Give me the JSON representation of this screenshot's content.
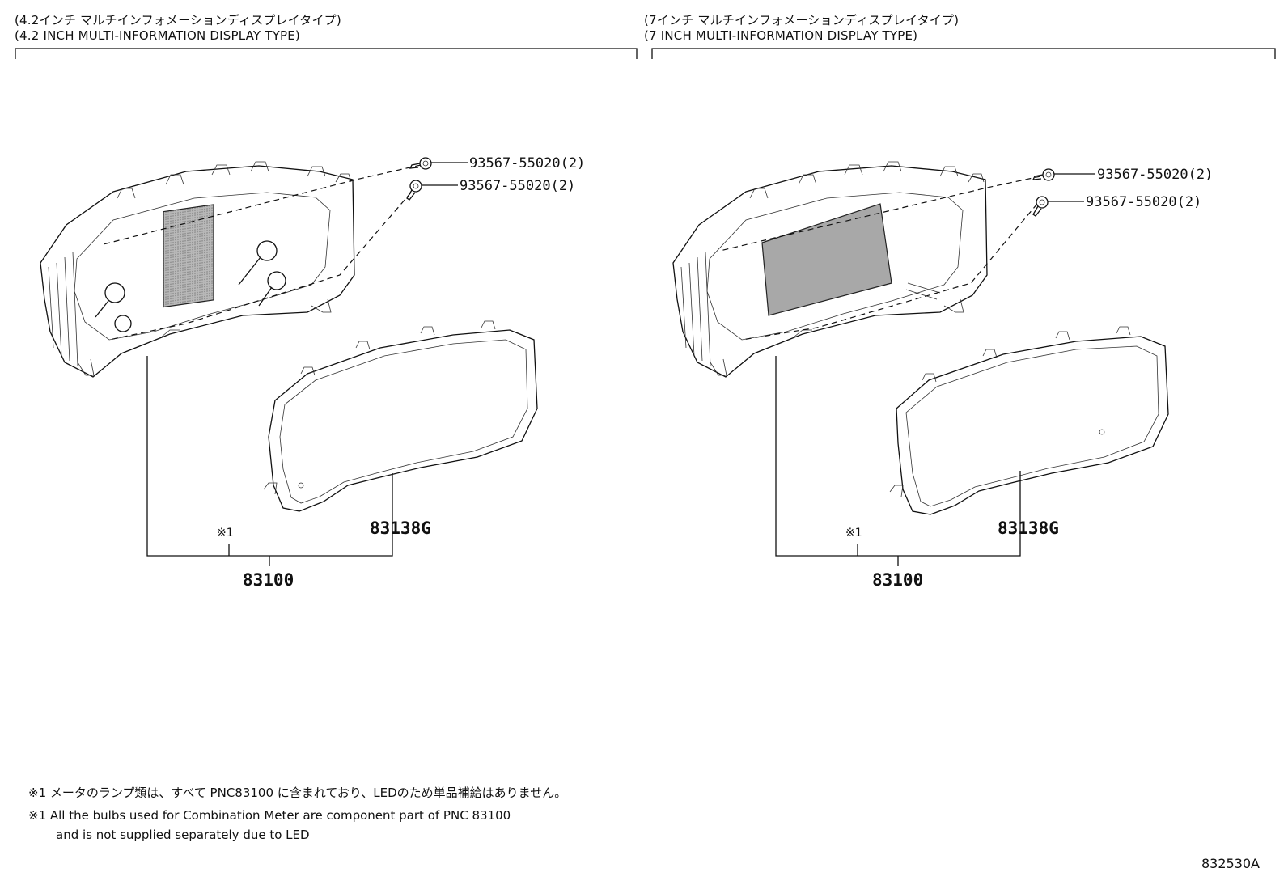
{
  "panels": [
    {
      "title_ja": "(4.2インチ マルチインフォメーションディスプレイタイプ)",
      "title_en": "(4.2 INCH MULTI-INFORMATION DISPLAY TYPE)",
      "screw_upper": "93567-55020(2)",
      "screw_lower": "93567-55020(2)",
      "lens_part": "83138G",
      "meter_part": "83100",
      "ref_mark": "※1"
    },
    {
      "title_ja": "(7インチ マルチインフォメーションディスプレイタイプ)",
      "title_en": "(7 INCH MULTI-INFORMATION DISPLAY TYPE)",
      "screw_upper": "93567-55020(2)",
      "screw_lower": "93567-55020(2)",
      "lens_part": "83138G",
      "meter_part": "83100",
      "ref_mark": "※1"
    }
  ],
  "notes": {
    "ja": "※1 メータのランプ類は、すべて PNC83100 に含まれており、LEDのため単品補給はありません。",
    "en_line1": "※1 All the bulbs used for Combination Meter are component part of PNC 83100",
    "en_line2": "and is not supplied separately due to LED"
  },
  "illustration_code": "832530A"
}
